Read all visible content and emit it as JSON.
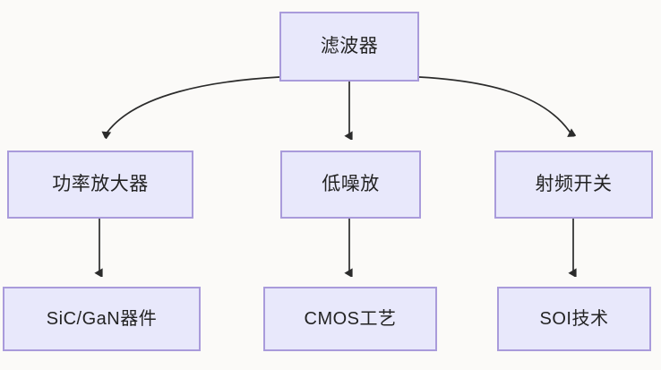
{
  "diagram": {
    "type": "flowchart",
    "direction": "top-down",
    "background_color": "#fbfaf8",
    "node_fill_color": "#e8e8fb",
    "node_border_color": "#a99bdb",
    "edge_color": "#2b2b2b",
    "text_color": "#232323",
    "nodes": [
      {
        "id": "root",
        "label": "滤波器",
        "row": 1
      },
      {
        "id": "pa",
        "label": "功率放大器",
        "row": 2
      },
      {
        "id": "lna",
        "label": "低噪放",
        "row": 2
      },
      {
        "id": "rfsw",
        "label": "射频开关",
        "row": 2
      },
      {
        "id": "sic",
        "label": "SiC/GaN器件",
        "row": 3
      },
      {
        "id": "cmos",
        "label": "CMOS工艺",
        "row": 3
      },
      {
        "id": "soi",
        "label": "SOI技术",
        "row": 3
      }
    ],
    "edges": [
      {
        "from": "root",
        "to": "pa",
        "style": "curved",
        "arrow": "triangle"
      },
      {
        "from": "root",
        "to": "lna",
        "style": "straight",
        "arrow": "triangle"
      },
      {
        "from": "root",
        "to": "rfsw",
        "style": "curved",
        "arrow": "triangle"
      },
      {
        "from": "pa",
        "to": "sic",
        "style": "straight",
        "arrow": "triangle"
      },
      {
        "from": "lna",
        "to": "cmos",
        "style": "straight",
        "arrow": "triangle"
      },
      {
        "from": "rfsw",
        "to": "soi",
        "style": "straight",
        "arrow": "triangle"
      }
    ]
  }
}
